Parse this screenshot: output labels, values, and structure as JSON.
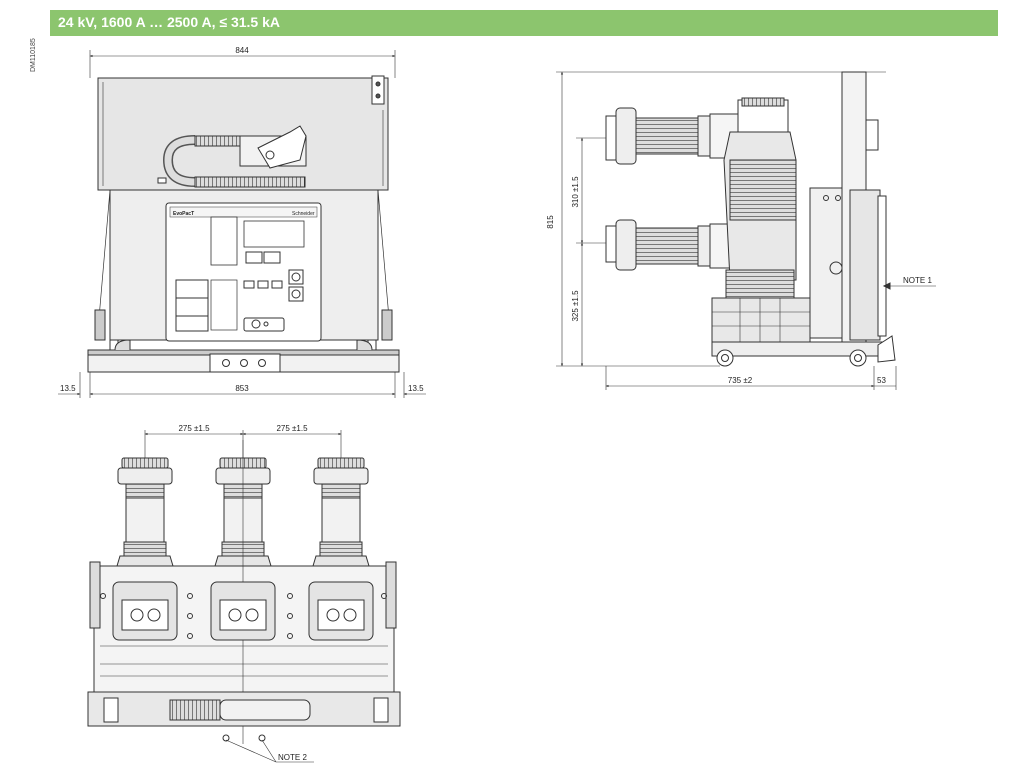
{
  "header": {
    "title": "24 kV, 1600 A … 2500 A, ≤ 31.5 kA",
    "accent_color": "#8cc56e"
  },
  "doc_code": "DM110185",
  "front_view": {
    "width_top": "844",
    "width_bottom": "853",
    "margin_left": "13.5",
    "margin_right": "13.5",
    "panel_brand": "EvoPacT",
    "panel_logo": "Schneider"
  },
  "side_view": {
    "height": "815",
    "spacing_upper": "310 ±1.5",
    "spacing_lower": "325 ±1.5",
    "depth": "735 ±2",
    "depth_extra": "53",
    "note": "NOTE 1"
  },
  "top_view": {
    "pitch_left": "275 ±1.5",
    "pitch_right": "275 ±1.5",
    "note": "NOTE 2"
  }
}
